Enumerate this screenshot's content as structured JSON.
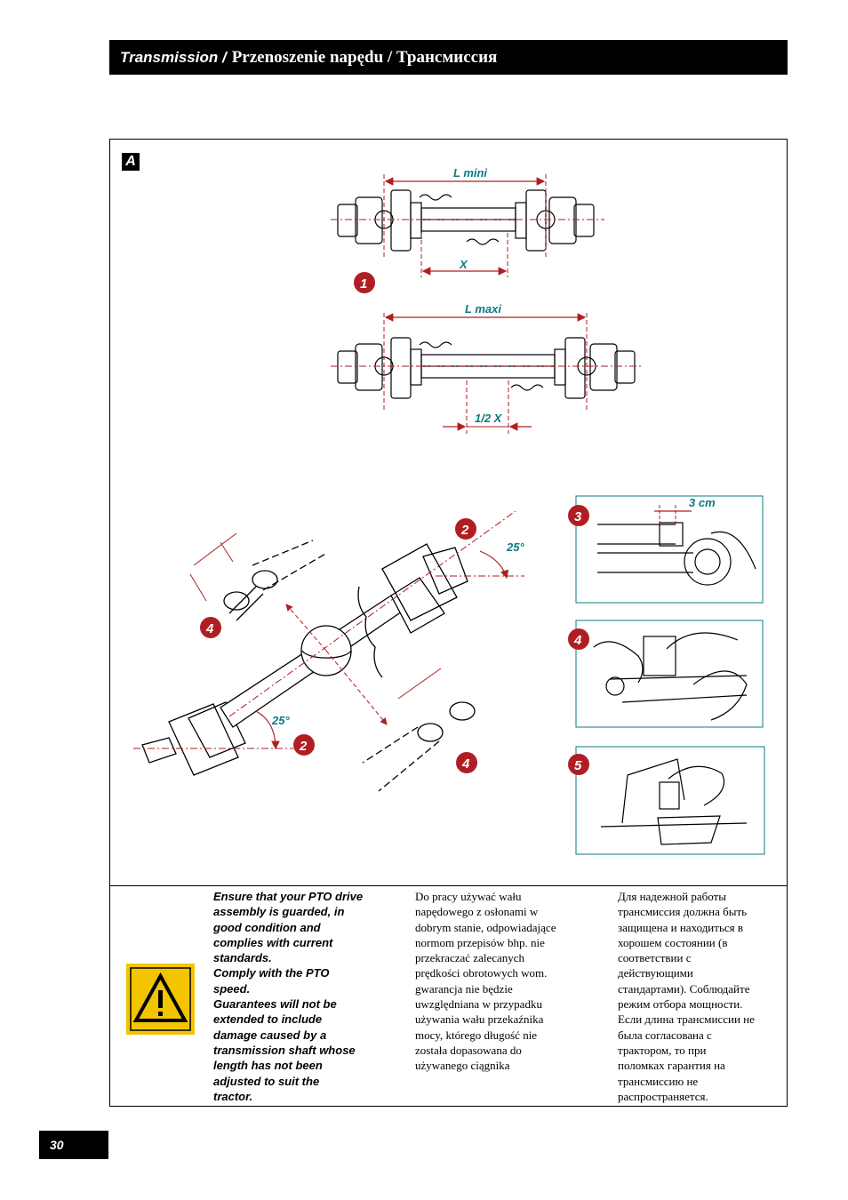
{
  "header": {
    "title_en": "Transmission /",
    "title_rest": "Przenoszenie napędu / Трансмиссия"
  },
  "figure": {
    "badge": "A",
    "labels": {
      "l_mini": "L mini",
      "x": "X",
      "l_maxi": "L maxi",
      "half_x": "1/2 X",
      "three_cm": "3 cm",
      "angle_top": "25°",
      "angle_bottom": "25°"
    },
    "step_numbers": {
      "s1": "1",
      "s2a": "2",
      "s2b": "2",
      "s3": "3",
      "s4a": "4",
      "s4b": "4",
      "s4c": "4",
      "s5": "5"
    }
  },
  "warning": {
    "icon": "warning-triangle-icon",
    "en_lines": [
      "Ensure that your PTO drive",
      "assembly is guarded, in",
      "good condition and",
      "complies with current",
      "standards.",
      "Comply with the PTO",
      "speed.",
      "Guarantees will not be",
      "extended to include",
      "damage caused by a",
      "transmission shaft whose",
      "length has not been",
      "adjusted to suit the",
      "tractor."
    ],
    "pl_lines": [
      "Do pracy używać wału",
      "napędowego z osłonami w",
      "dobrym stanie, odpowiadające",
      "normom przepisów bhp. nie",
      "przekraczać zalecanych",
      "prędkości obrotowych wom.",
      "gwarancja nie będzie",
      "uwzględniana w przypadku",
      "używania wału przekaźnika",
      "mocy, którego długość nie",
      "została dopasowana do",
      "używanego ciągnika"
    ],
    "ru_lines": [
      "Для надежной работы",
      "трансмиссия должна быть",
      "защищена и находиться в",
      "хорошем состоянии (в",
      "соответствии с",
      "действующими",
      "стандартами). Соблюдайте",
      "режим отбора мощности.",
      "Если длина трансмиссии не",
      "была согласована с",
      "трактором, то при",
      "поломках гарантия на",
      "трансмиссию не",
      "распространяется."
    ]
  },
  "colors": {
    "accent_red": "#b01e23",
    "label_teal": "#0b7a82",
    "warning_yellow": "#f2c500"
  },
  "footer": {
    "page_number": "30"
  }
}
